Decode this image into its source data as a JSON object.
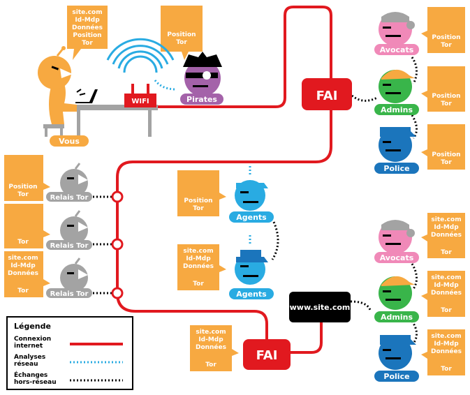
{
  "people": {
    "vous": "Vous",
    "pirates": "Pirates",
    "avocats_top": "Avocats",
    "admins_top": "Admins",
    "police_top": "Police",
    "agents_top": "Agents",
    "agents_bottom": "Agents",
    "avocats_bottom": "Avocats",
    "admins_bottom": "Admins",
    "police_bottom": "Police",
    "relais_1": "Relais Tor",
    "relais_2": "Relais Tor",
    "relais_3": "Relais Tor"
  },
  "nodes": {
    "wifi": "WIFI",
    "fai_top": "FAI",
    "fai_bottom": "FAI",
    "site": "www.site.com"
  },
  "notes": {
    "vous": [
      "site.com",
      "Id-Mdp",
      "Données",
      "Position",
      "Tor"
    ],
    "pirates": [
      "Position",
      "Tor"
    ],
    "avocats_top": [
      "Position",
      "Tor"
    ],
    "admins_top": [
      "Position",
      "Tor"
    ],
    "police_top": [
      "Position",
      "Tor"
    ],
    "relais_1": [
      "Position",
      "Tor"
    ],
    "relais_2": [
      "Tor"
    ],
    "relais_3": [
      "site.com",
      "Id-Mdp",
      "Données",
      "",
      "Tor"
    ],
    "agents_top": [
      "Position",
      "Tor"
    ],
    "agents_bottom": [
      "site.com",
      "Id-Mdp",
      "Données",
      "",
      "Tor"
    ],
    "fai_bottom": [
      "site.com",
      "Id-Mdp",
      "Données",
      "",
      "Tor"
    ],
    "avocats_bottom": [
      "site.com",
      "Id-Mdp",
      "Données",
      "",
      "Tor"
    ],
    "admins_bottom": [
      "site.com",
      "Id-Mdp",
      "Données",
      "",
      "Tor"
    ],
    "police_bottom": [
      "site.com",
      "Id-Mdp",
      "Données",
      "",
      "Tor"
    ]
  },
  "legend": {
    "title": "Légende",
    "internet": [
      "Connexion",
      "internet"
    ],
    "analyses": [
      "Analyses",
      "réseau"
    ],
    "echanges": [
      "Échanges",
      "hors-réseau"
    ]
  },
  "colors": {
    "note": "#f7a941",
    "red": "#e1191f",
    "gray": "#a3a3a3",
    "cyan": "#29abe2",
    "pink": "#f089b8",
    "green": "#39b54a",
    "blue": "#1b75bc",
    "purple": "#a462a9",
    "hair": "#f7a941"
  }
}
